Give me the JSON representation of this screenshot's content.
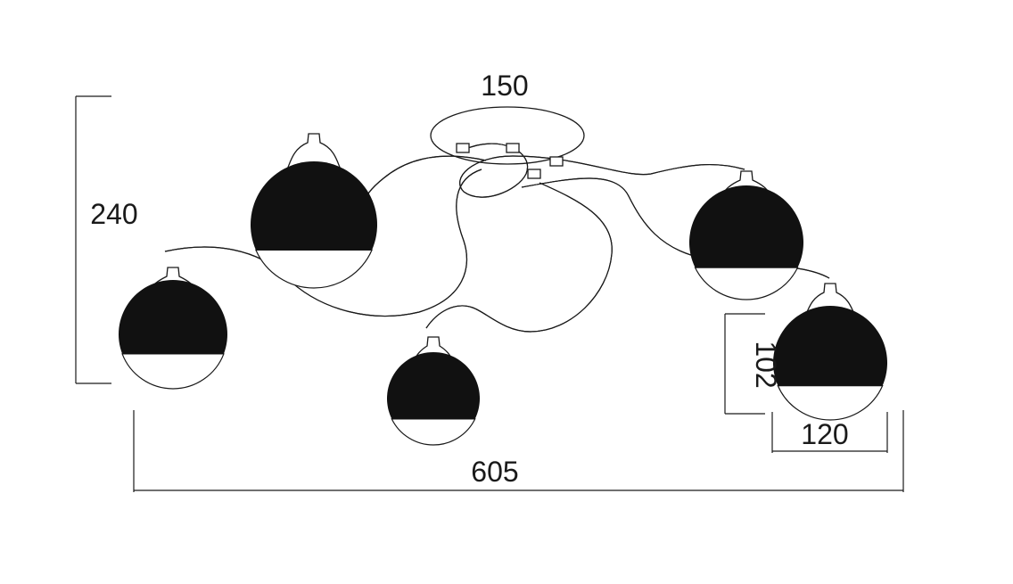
{
  "dimensions": {
    "canopy_diameter": "150",
    "height": "240",
    "shade_height": "102",
    "shade_width": "120",
    "total_width": "605"
  },
  "colors": {
    "line": "#1a1a1a",
    "shade": "#111111",
    "background": "#ffffff"
  }
}
